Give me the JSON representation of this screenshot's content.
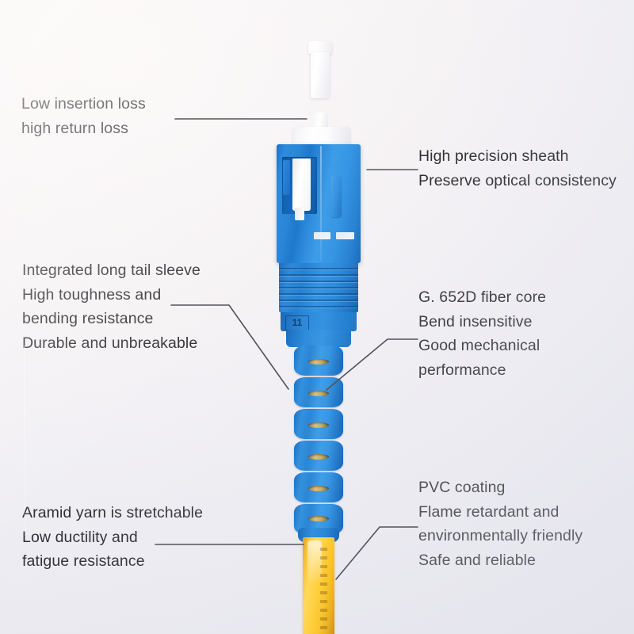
{
  "diagram": {
    "subject": "SC fiber optic patch cord",
    "background_color": "#f3f1f4",
    "leader_line_color": "#52545a",
    "text_color": "#2f3033"
  },
  "annotations": [
    {
      "id": "low-insertion-loss",
      "lines": [
        "Low insertion loss",
        "high return loss"
      ],
      "side": "left",
      "target": "ferrule"
    },
    {
      "id": "high-precision-sheath",
      "lines": [
        "High precision sheath",
        "Preserve optical consistency"
      ],
      "side": "right",
      "target": "connector-housing"
    },
    {
      "id": "integrated-long-tail-sleeve",
      "lines": [
        "Integrated long tail sleeve",
        "High toughness and",
        "bending resistance",
        "Durable and unbreakable"
      ],
      "side": "left",
      "target": "strain-relief-boot"
    },
    {
      "id": "fiber-core",
      "lines": [
        "G. 652D fiber core",
        "Bend insensitive",
        "Good mechanical",
        "performance"
      ],
      "side": "right",
      "target": "fiber-core"
    },
    {
      "id": "aramid-yarn",
      "lines": [
        "Aramid yarn is stretchable",
        "Low ductility and",
        "fatigue resistance"
      ],
      "side": "left",
      "target": "aramid-yarn"
    },
    {
      "id": "pvc-coating",
      "lines": [
        "PVC coating",
        "Flame retardant and",
        "environmentally friendly",
        "Safe and reliable"
      ],
      "side": "right",
      "target": "cable-jacket"
    }
  ],
  "product": {
    "dust_cap": {
      "color": "#ffffff",
      "name": "dust cap"
    },
    "connector_housing": {
      "color": "#2e8ada",
      "name": "SC connector housing"
    },
    "latch": {
      "color": "#f4f4f7",
      "name": "white latch"
    },
    "boot": {
      "color": "#3190dd",
      "name": "ribbed strain relief boot"
    },
    "cable": {
      "color": "#ffcf3f",
      "name": "yellow PVC cable jacket"
    },
    "housing_stamp": "11"
  }
}
